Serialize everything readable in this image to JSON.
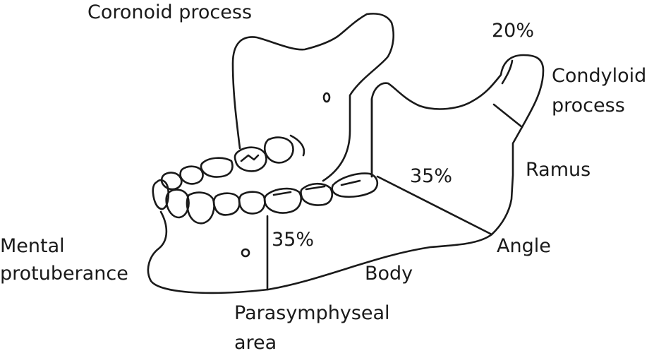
{
  "labels": {
    "coronoid_process": "Coronoid process",
    "pct_condyle": "20%",
    "condyloid_process_line1": "Condyloid",
    "condyloid_process_line2": "process",
    "ramus": "Ramus",
    "pct_angle": "35%",
    "angle": "Angle",
    "pct_body": "35%",
    "body": "Body",
    "mental_protuberance_line1": "Mental",
    "mental_protuberance_line2": "protuberance",
    "parasymphyseal_line1": "Parasymphyseal",
    "parasymphyseal_line2": "area"
  }
}
